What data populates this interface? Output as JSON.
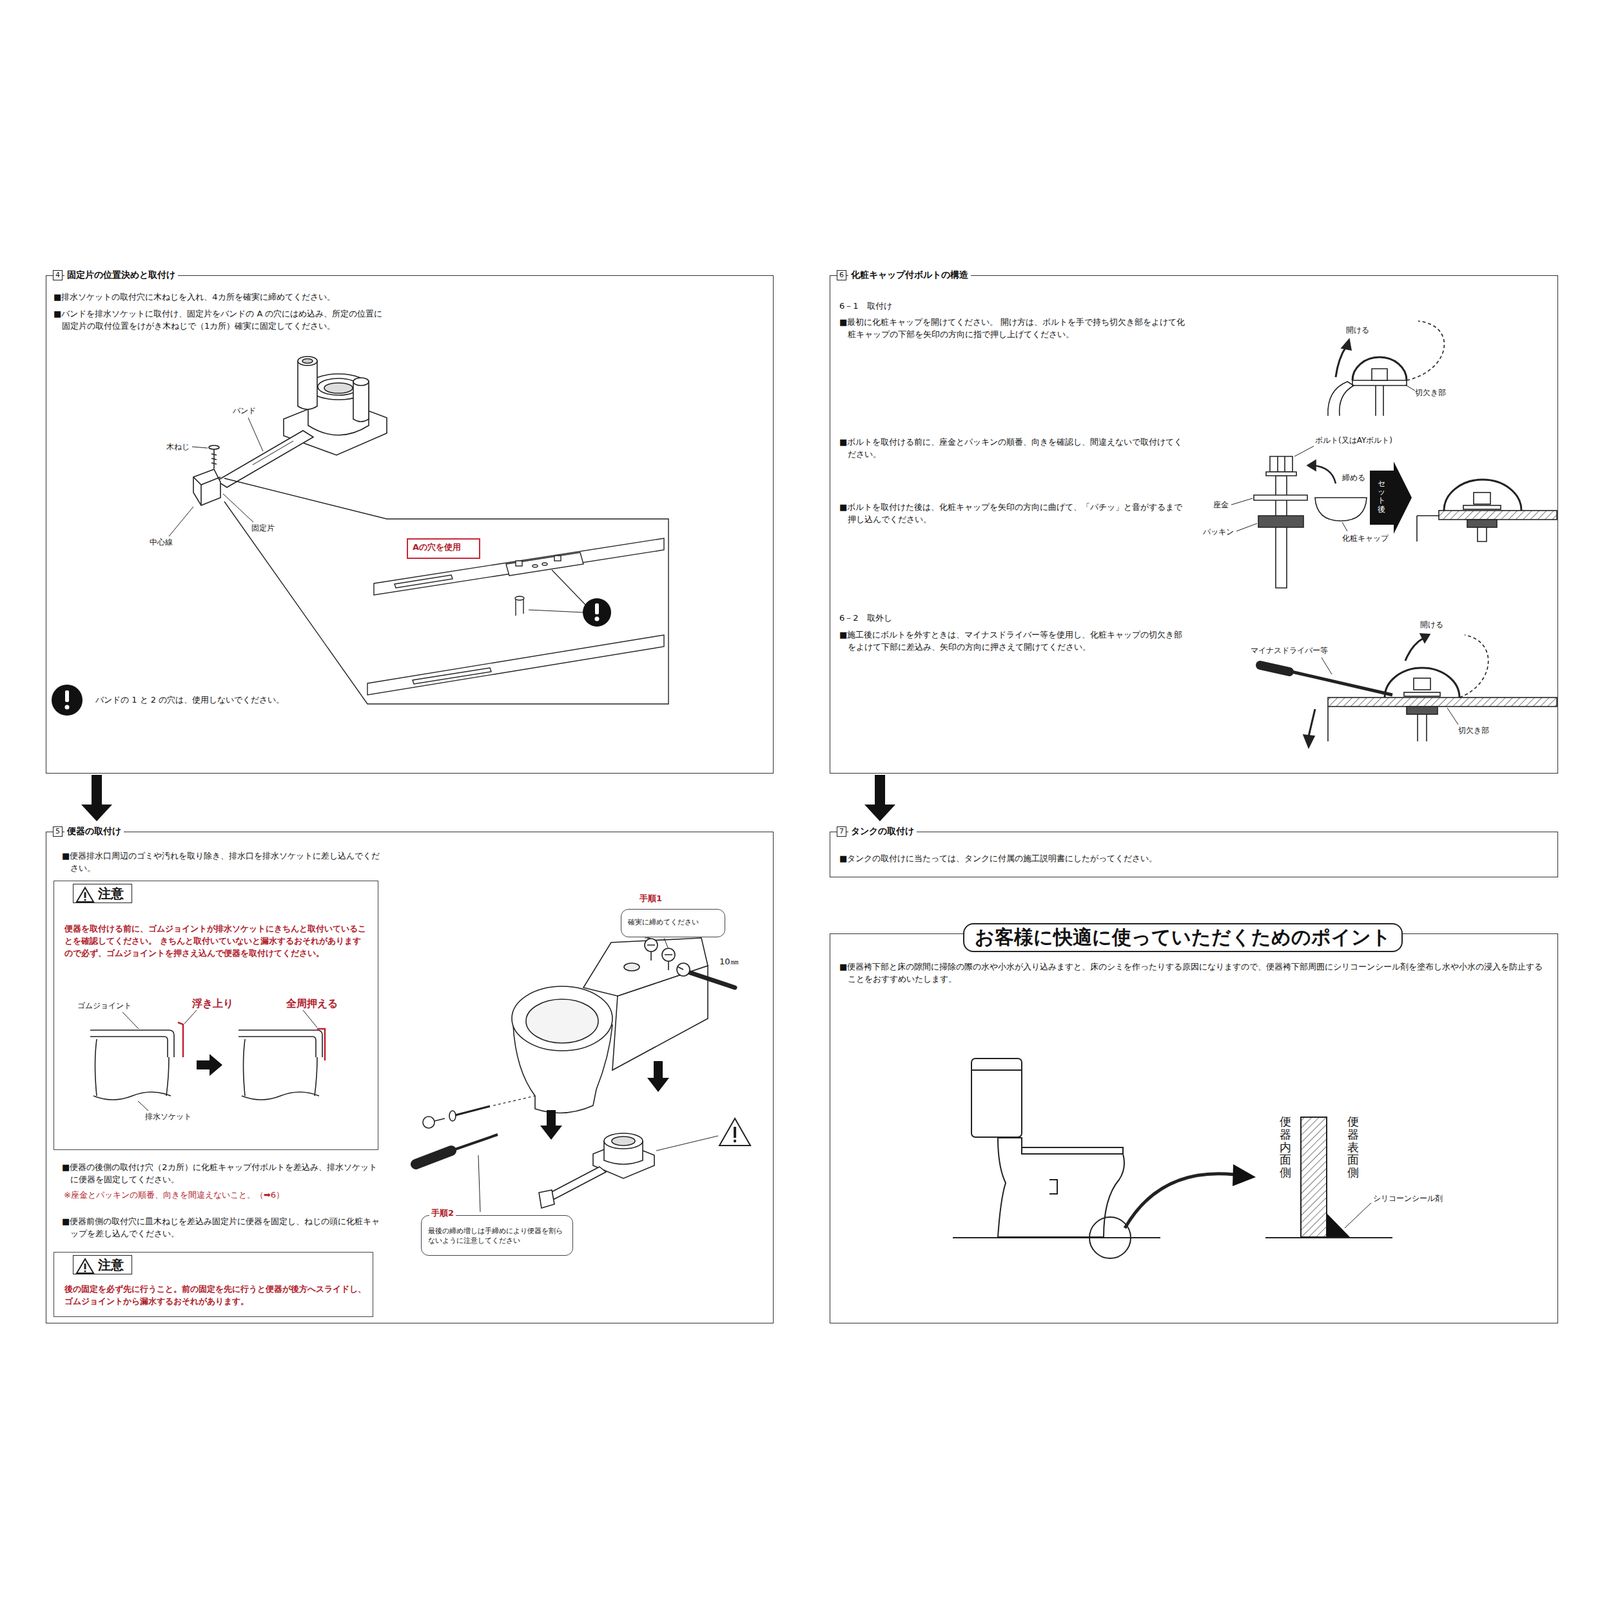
{
  "diagram": {
    "nodes": [
      {
        "text": [
          "4",
          "固定片の位置決めと取付け",
          "■排水ソケットの取付穴に木ねじを入れ、4カ所を確実に締めてください。",
          "■バンドを排水ソケットに取付け、固定片をバンドの A の穴にはめ込み、所定の位置に固定片の取付位置をけがき木ねじで（1カ所）確実に固定してください。"
        ]
      },
      {
        "text": [
          "Aの穴を使用"
        ],
        "in": 0
      },
      {
        "text": [
          "5",
          "便器の取付け",
          "■便器排水口周辺のゴミや汚れを取り除き、排水口を排水ソケットに差し込んでください。",
          "■便器の後側の取付け穴（2カ所）に化粧キャップ付ボルトを差込み、排水ソケットに便器を固定してください。",
          "※座金とパッキンの順番、向きを間違えないこと。（➡6）",
          "■便器前側の取付穴に皿木ねじを差込み固定片に便器を固定し、ねじの頭に化粧キャップを差し込んでください。"
        ]
      },
      {
        "text": [
          "注意",
          "便器を取付ける前に、ゴムジョイントが排水ソケットにきちんと取付いていることを確認してください。 きちんと取付いていないと漏水するおそれがありますので必ず、ゴムジョイントを押さえ込んで便器を取付けてください。"
        ],
        "in": 2
      },
      {
        "text": [
          "注意",
          "後の固定を必ず先に行うこと。前の固定を先に行うと便器が後方へスライドし、ゴムジョイントから漏水するおそれがあります。"
        ],
        "in": 2
      },
      {
        "text": [
          "手順1",
          "確実に締めてください"
        ],
        "in": 2
      },
      {
        "text": [
          "手順2",
          "最後の締め増しは手締めにより便器を割らないように注意してください"
        ],
        "in": 2
      },
      {
        "text": [
          "6",
          "化粧キャップ付ボルトの構造",
          "6－1　取付け",
          "■最初に化粧キャップを開けてください。 開け方は、ボルトを手で持ち切欠き部をよけて化粧キャップの下部を矢印の方向に指で押し上げてください。",
          "■ボルトを取付ける前に、座金とパッキンの順番、向きを確認し、間違えないで取付けてください。",
          "■ボルトを取付けた後は、化粧キャップを矢印の方向に曲げて、「パチッ」と音がするまで押し込んでください。",
          "6－2　取外し",
          "■施工後にボルトを外すときは、マイナスドライバー等を使用し、化粧キャップの切欠き部をよけて下部に差込み、矢印の方向に押さえて開けてください。"
        ]
      },
      {
        "text": [
          "7",
          "タンクの取付け",
          "■タンクの取付けに当たっては、タンクに付属の施工説明書にしたがってください。"
        ]
      },
      {
        "text": [
          "お客様に快適に使っていただくためのポイント",
          "■便器袴下部と床の隙間に掃除の際の水や小水が入り込みますと、床のシミを作ったりする原因になりますので、便器袴下部周囲にシリコーンシール剤を塗布し水や小水の浸入を防止することをおすすめいたします。"
        ]
      }
    ],
    "edges": [
      {
        "from": 0,
        "to": 2,
        "arrow": "to"
      },
      {
        "from": 7,
        "to": 8,
        "arrow": "to"
      }
    ],
    "labels": [
      "バンド",
      "木ねじ",
      "中心線",
      "固定片",
      "バンドの 1 と 2 の穴は、使用しないでください。",
      "ゴムジョイント",
      "浮き上り",
      "全周押える",
      "排水ソケット",
      "10㎜",
      "開ける",
      "切欠き部",
      "ボルト(又はAYボルト)",
      "締める",
      "セット後",
      "座金",
      "パッキン",
      "化粧キャップ",
      "開ける",
      "マイナスドライバー等",
      "切欠き部",
      "便器内面側",
      "便器表面側",
      "シリコーンシール剤"
    ]
  }
}
